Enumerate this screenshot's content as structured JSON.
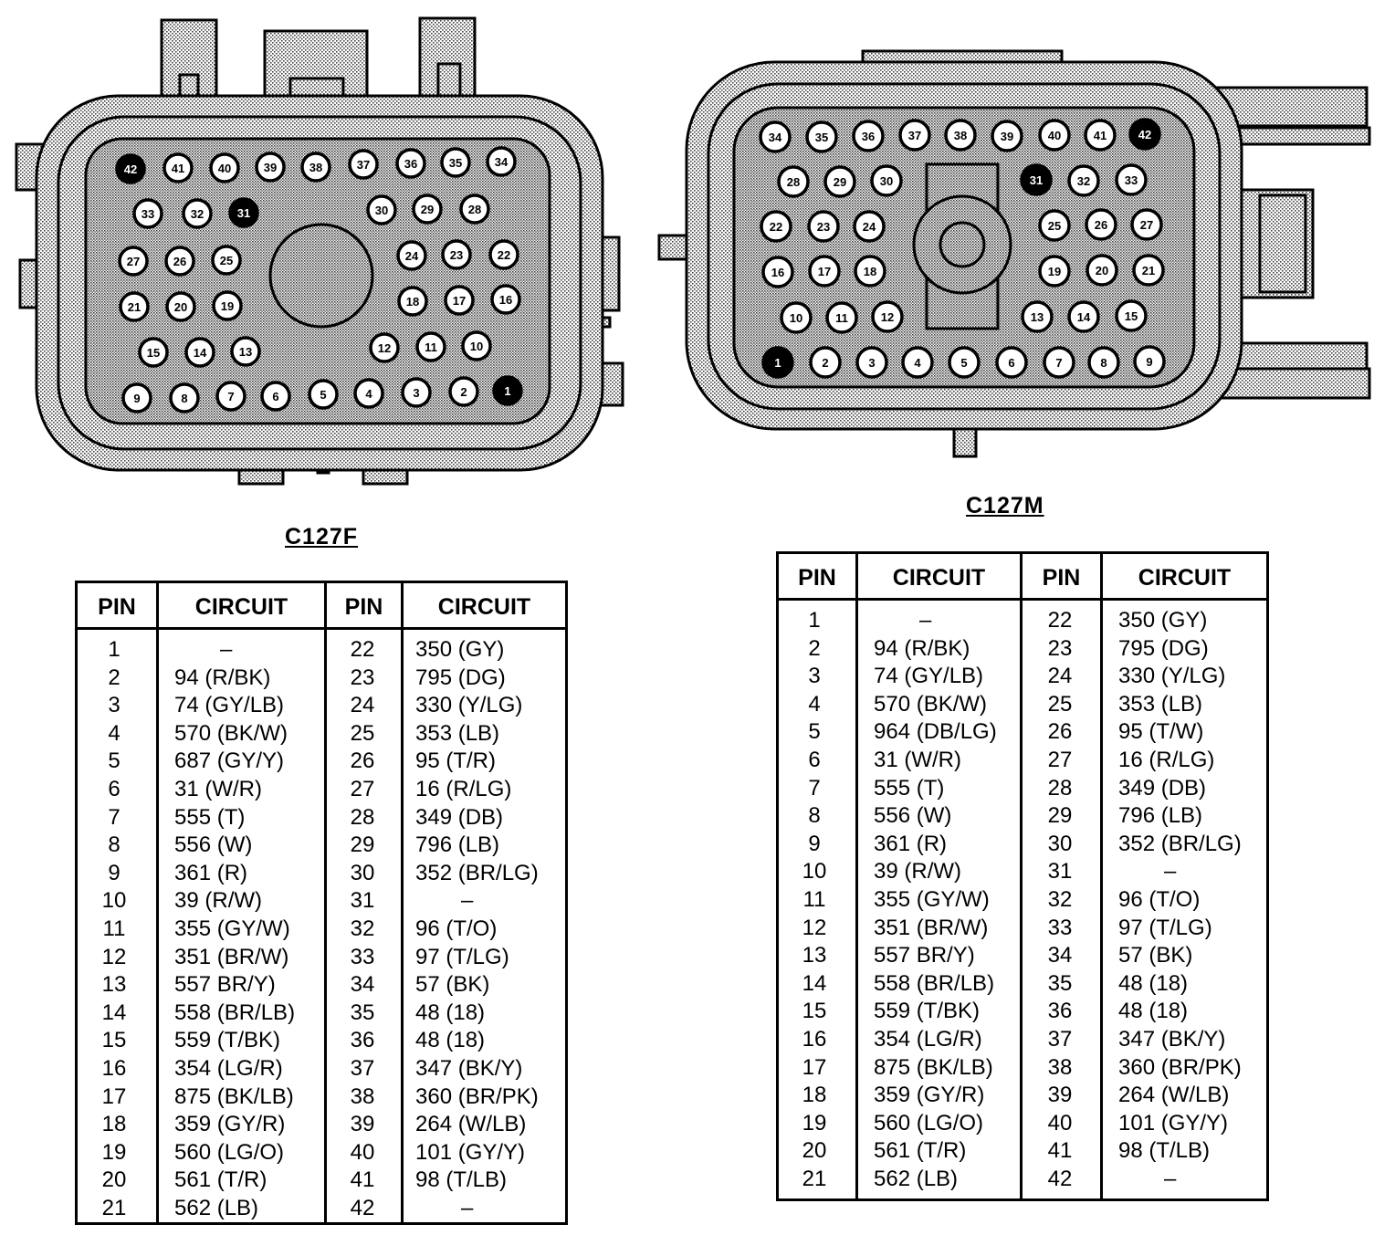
{
  "connectors": [
    {
      "id": "C127F",
      "title": "C127F",
      "headers": {
        "pin": "PIN",
        "circuit": "CIRCUIT"
      },
      "filled_pins": [
        1,
        31,
        42
      ],
      "rows": [
        {
          "pin": "1",
          "circuit": "–"
        },
        {
          "pin": "2",
          "circuit": "94 (R/BK)"
        },
        {
          "pin": "3",
          "circuit": "74 (GY/LB)"
        },
        {
          "pin": "4",
          "circuit": "570 (BK/W)"
        },
        {
          "pin": "5",
          "circuit": "687 (GY/Y)"
        },
        {
          "pin": "6",
          "circuit": "31 (W/R)"
        },
        {
          "pin": "7",
          "circuit": "555 (T)"
        },
        {
          "pin": "8",
          "circuit": "556 (W)"
        },
        {
          "pin": "9",
          "circuit": "361 (R)"
        },
        {
          "pin": "10",
          "circuit": "39 (R/W)"
        },
        {
          "pin": "11",
          "circuit": "355 (GY/W)"
        },
        {
          "pin": "12",
          "circuit": "351 (BR/W)"
        },
        {
          "pin": "13",
          "circuit": "557 BR/Y)"
        },
        {
          "pin": "14",
          "circuit": "558 (BR/LB)"
        },
        {
          "pin": "15",
          "circuit": "559 (T/BK)"
        },
        {
          "pin": "16",
          "circuit": "354 (LG/R)"
        },
        {
          "pin": "17",
          "circuit": "875 (BK/LB)"
        },
        {
          "pin": "18",
          "circuit": "359 (GY/R)"
        },
        {
          "pin": "19",
          "circuit": "560 (LG/O)"
        },
        {
          "pin": "20",
          "circuit": "561 (T/R)"
        },
        {
          "pin": "21",
          "circuit": "562 (LB)"
        },
        {
          "pin": "22",
          "circuit": "350 (GY)"
        },
        {
          "pin": "23",
          "circuit": "795 (DG)"
        },
        {
          "pin": "24",
          "circuit": "330 (Y/LG)"
        },
        {
          "pin": "25",
          "circuit": "353 (LB)"
        },
        {
          "pin": "26",
          "circuit": "95 (T/R)"
        },
        {
          "pin": "27",
          "circuit": "16 (R/LG)"
        },
        {
          "pin": "28",
          "circuit": "349 (DB)"
        },
        {
          "pin": "29",
          "circuit": "796 (LB)"
        },
        {
          "pin": "30",
          "circuit": "352 (BR/LG)"
        },
        {
          "pin": "31",
          "circuit": "–"
        },
        {
          "pin": "32",
          "circuit": "96 (T/O)"
        },
        {
          "pin": "33",
          "circuit": "97 (T/LG)"
        },
        {
          "pin": "34",
          "circuit": "57 (BK)"
        },
        {
          "pin": "35",
          "circuit": "48 (18)"
        },
        {
          "pin": "36",
          "circuit": "48 (18)"
        },
        {
          "pin": "37",
          "circuit": "347 (BK/Y)"
        },
        {
          "pin": "38",
          "circuit": "360 (BR/PK)"
        },
        {
          "pin": "39",
          "circuit": "264 (W/LB)"
        },
        {
          "pin": "40",
          "circuit": "101 (GY/Y)"
        },
        {
          "pin": "41",
          "circuit": "98 (T/LB)"
        },
        {
          "pin": "42",
          "circuit": "–"
        }
      ]
    },
    {
      "id": "C127M",
      "title": "C127M",
      "headers": {
        "pin": "PIN",
        "circuit": "CIRCUIT"
      },
      "filled_pins": [
        1,
        31,
        42
      ],
      "rows": [
        {
          "pin": "1",
          "circuit": "–"
        },
        {
          "pin": "2",
          "circuit": "94 (R/BK)"
        },
        {
          "pin": "3",
          "circuit": "74 (GY/LB)"
        },
        {
          "pin": "4",
          "circuit": "570 (BK/W)"
        },
        {
          "pin": "5",
          "circuit": "964 (DB/LG)"
        },
        {
          "pin": "6",
          "circuit": "31 (W/R)"
        },
        {
          "pin": "7",
          "circuit": "555 (T)"
        },
        {
          "pin": "8",
          "circuit": "556 (W)"
        },
        {
          "pin": "9",
          "circuit": "361 (R)"
        },
        {
          "pin": "10",
          "circuit": "39 (R/W)"
        },
        {
          "pin": "11",
          "circuit": "355 (GY/W)"
        },
        {
          "pin": "12",
          "circuit": "351 (BR/W)"
        },
        {
          "pin": "13",
          "circuit": "557 BR/Y)"
        },
        {
          "pin": "14",
          "circuit": "558 (BR/LB)"
        },
        {
          "pin": "15",
          "circuit": "559 (T/BK)"
        },
        {
          "pin": "16",
          "circuit": "354 (LG/R)"
        },
        {
          "pin": "17",
          "circuit": "875 (BK/LB)"
        },
        {
          "pin": "18",
          "circuit": "359 (GY/R)"
        },
        {
          "pin": "19",
          "circuit": "560 (LG/O)"
        },
        {
          "pin": "20",
          "circuit": "561 (T/R)"
        },
        {
          "pin": "21",
          "circuit": "562 (LB)"
        },
        {
          "pin": "22",
          "circuit": "350 (GY)"
        },
        {
          "pin": "23",
          "circuit": "795 (DG)"
        },
        {
          "pin": "24",
          "circuit": "330 (Y/LG)"
        },
        {
          "pin": "25",
          "circuit": "353 (LB)"
        },
        {
          "pin": "26",
          "circuit": "95 (T/W)"
        },
        {
          "pin": "27",
          "circuit": "16 (R/LG)"
        },
        {
          "pin": "28",
          "circuit": "349 (DB)"
        },
        {
          "pin": "29",
          "circuit": "796 (LB)"
        },
        {
          "pin": "30",
          "circuit": "352 (BR/LG)"
        },
        {
          "pin": "31",
          "circuit": "–"
        },
        {
          "pin": "32",
          "circuit": "96 (T/O)"
        },
        {
          "pin": "33",
          "circuit": "97 (T/LG)"
        },
        {
          "pin": "34",
          "circuit": "57 (BK)"
        },
        {
          "pin": "35",
          "circuit": "48 (18)"
        },
        {
          "pin": "36",
          "circuit": "48 (18)"
        },
        {
          "pin": "37",
          "circuit": "347 (BK/Y)"
        },
        {
          "pin": "38",
          "circuit": "360 (BR/PK)"
        },
        {
          "pin": "39",
          "circuit": "264 (W/LB)"
        },
        {
          "pin": "40",
          "circuit": "101 (GY/Y)"
        },
        {
          "pin": "41",
          "circuit": "98 (T/LB)"
        },
        {
          "pin": "42",
          "circuit": "–"
        }
      ]
    }
  ]
}
